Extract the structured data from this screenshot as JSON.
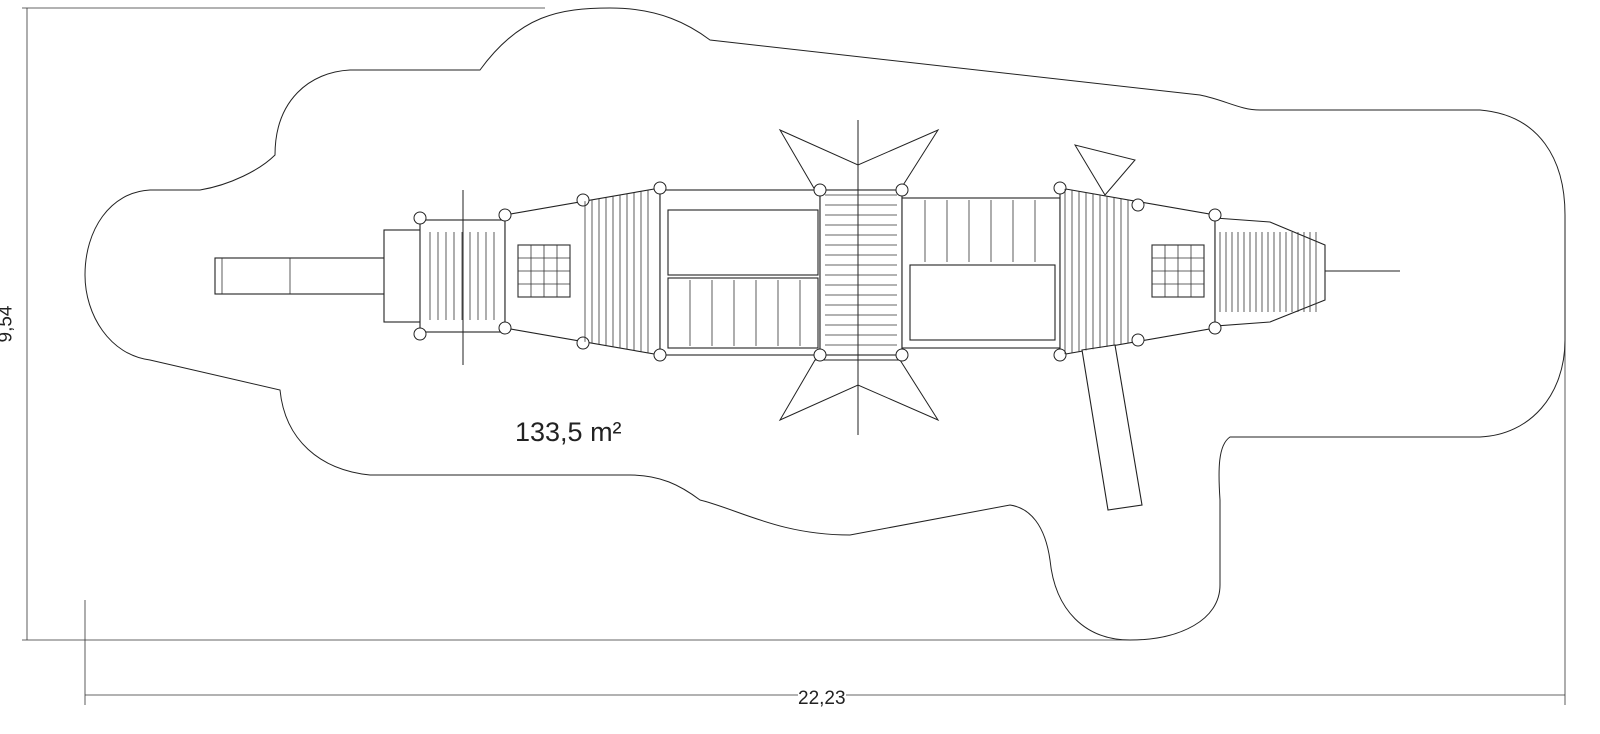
{
  "drawing": {
    "area_label": "133,5 m²",
    "dimension_height": "9,54",
    "dimension_width": "22,23"
  }
}
